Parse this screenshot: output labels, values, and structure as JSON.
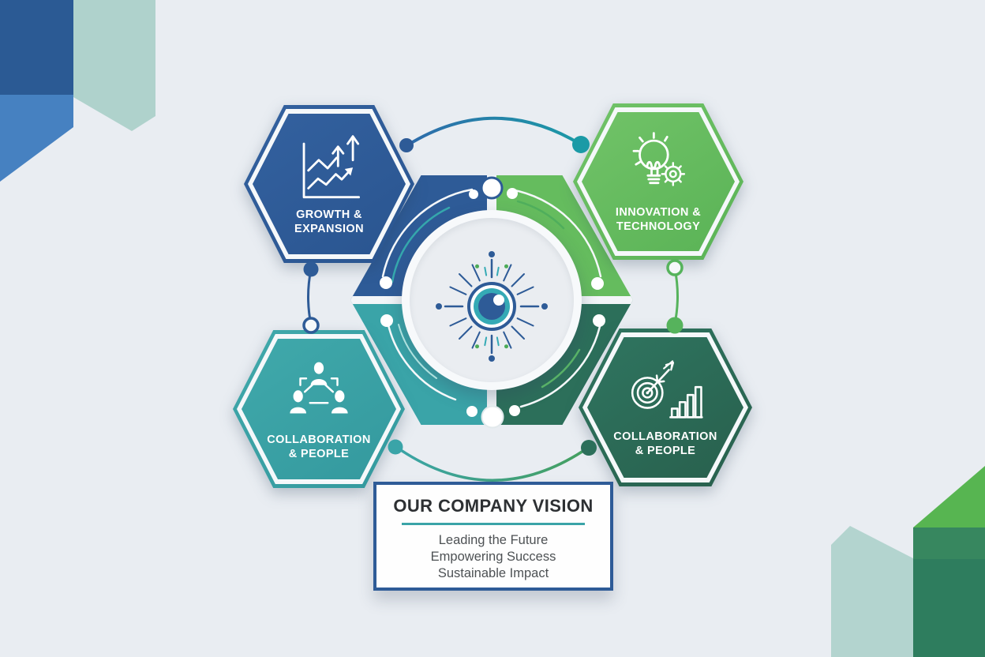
{
  "hexagons": [
    {
      "label_line1": "GROWTH &",
      "label_line2": "EXPANSION",
      "color": "#2e5b97",
      "icon": "growth-chart-icon"
    },
    {
      "label_line1": "INNOVATION &",
      "label_line2": "TECHNOLOGY",
      "color": "#65bc5e",
      "icon": "lightbulb-gear-icon"
    },
    {
      "label_line1": "COLLABORATION",
      "label_line2": "& PEOPLE",
      "color": "#3aa4a8",
      "icon": "team-network-icon"
    },
    {
      "label_line1": "COLLABORATION",
      "label_line2": "& PEOPLE",
      "color": "#2c6f5a",
      "icon": "target-arrow-bars-icon"
    }
  ],
  "center_hub": {
    "icon": "eye-vision-icon",
    "quadrant_colors": [
      "#2e5b97",
      "#65bc5e",
      "#3aa4a8",
      "#2c6f5a"
    ]
  },
  "vision_box": {
    "title": "OUR COMPANY VISION",
    "lines": [
      "Leading the Future",
      "Empowering Success",
      "Sustainable Impact"
    ]
  },
  "palette": {
    "background": "#e9edf2",
    "blue": "#2e5b97",
    "green": "#65bc5e",
    "teal": "#3aa4a8",
    "dark_green": "#2c6f5a",
    "arc_teal_dot": "#1b9aa6",
    "corner_dark_blue": "#2b5a94",
    "corner_light_blue": "#4681c1",
    "corner_pale_teal": "#a9cfc9",
    "corner_bright_green": "#57b551",
    "corner_sea_green": "#2e7d5e"
  }
}
